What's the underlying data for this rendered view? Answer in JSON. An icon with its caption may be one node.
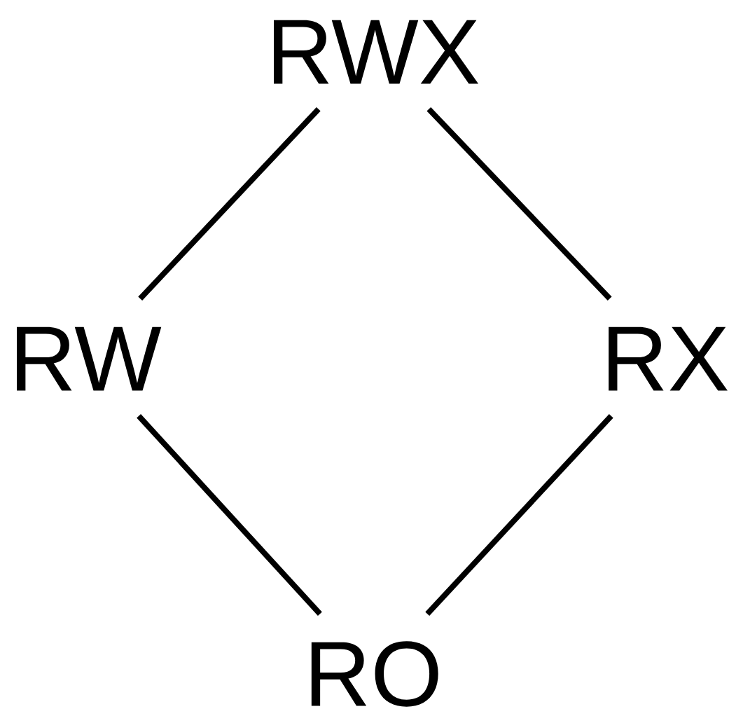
{
  "diagram": {
    "nodes": [
      {
        "text": [
          "RWX"
        ]
      },
      {
        "text": [
          "RW"
        ]
      },
      {
        "text": [
          "RX"
        ]
      },
      {
        "text": [
          "RO"
        ]
      }
    ],
    "edges": [
      {
        "from": 0,
        "to": 1,
        "arrow": "none"
      },
      {
        "from": 0,
        "to": 2,
        "arrow": "none"
      },
      {
        "from": 1,
        "to": 3,
        "arrow": "none"
      },
      {
        "from": 2,
        "to": 3,
        "arrow": "none"
      }
    ]
  }
}
